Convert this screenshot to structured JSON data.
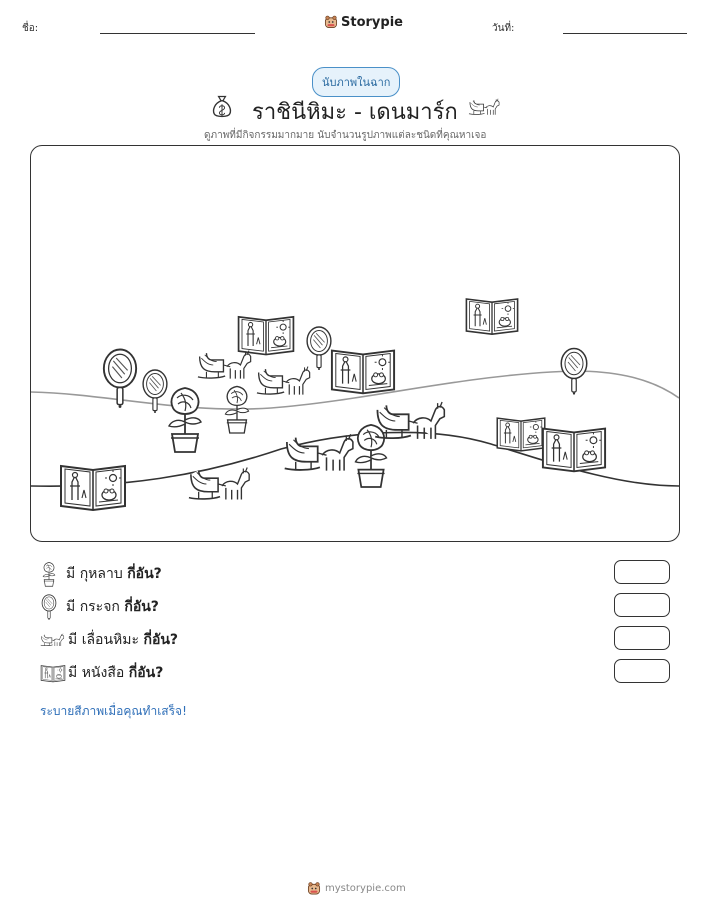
{
  "header": {
    "name_label": "ชื่อ:",
    "date_label": "วันที่:",
    "brand": "Storypie"
  },
  "badge": "นับภาพในฉาก",
  "title": "ราชินีหิมะ - เดนมาร์ก",
  "subtitle": "ดูภาพที่มีกิจกรรมมากมาย นับจำนวนรูปภาพแต่ละชนิดที่คุณหาเจอ",
  "icons": {
    "title_left": "money-bag-icon",
    "title_right": "sleigh-icon"
  },
  "questions": [
    {
      "icon": "rose-icon",
      "prefix": "มี",
      "item": "กุหลาบ",
      "suffix": "กี่อัน?"
    },
    {
      "icon": "mirror-icon",
      "prefix": "มี",
      "item": "กระจก",
      "suffix": "กี่อัน?"
    },
    {
      "icon": "sleigh-icon",
      "prefix": "มี",
      "item": "เลื่อนหิมะ",
      "suffix": "กี่อัน?"
    },
    {
      "icon": "book-icon",
      "prefix": "มี",
      "item": "หนังสือ",
      "suffix": "กี่อัน?"
    }
  ],
  "color_note": "ระบายสีภาพเมื่อคุณทำเสร็จ!",
  "footer": "mystorypie.com"
}
